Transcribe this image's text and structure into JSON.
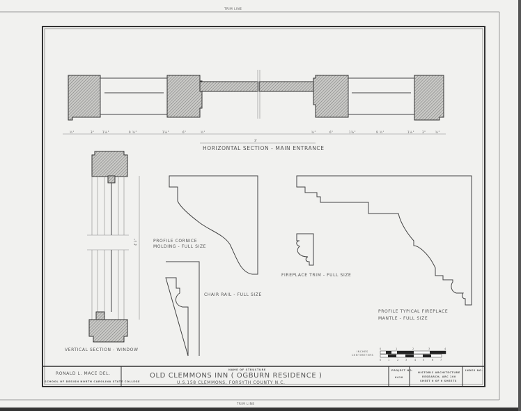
{
  "trim_line": "TRIM LINE",
  "drawings": {
    "horizontal_section": {
      "label": "HORIZONTAL SECTION - MAIN ENTRANCE",
      "dims_left": [
        "¾\"",
        "3\"",
        "1⅛\"",
        "9 ¾\"",
        "1⅛\"",
        "6\"",
        "¾\""
      ],
      "dims_right": [
        "¾\"",
        "6\"",
        "1⅛\"",
        "9 ¾\"",
        "1⅛\"",
        "3\"",
        "¾\""
      ],
      "overall": "3'"
    },
    "vertical_section": {
      "label": "VERTICAL SECTION - WINDOW",
      "height_dim": "4'3\""
    },
    "cornice": {
      "label_line1": "PROFILE CORNICE",
      "label_line2": "MOLDING - FULL SIZE"
    },
    "chair_rail": {
      "label": "CHAIR RAIL - FULL SIZE"
    },
    "fireplace_trim": {
      "label": "FIREPLACE TRIM - FULL SIZE"
    },
    "mantle": {
      "label_line1": "PROFILE TYPICAL FIREPLACE",
      "label_line2": "MANTLE - FULL SIZE"
    },
    "scale": {
      "inches_label": "INCHES",
      "cm_label": "CENTIMETERS",
      "inch_ticks": [
        "0",
        "1",
        "2",
        "3",
        "4"
      ],
      "cm_ticks": [
        "0",
        "1",
        "2",
        "3",
        "4",
        "5",
        "6",
        "7"
      ]
    }
  },
  "title_block": {
    "delineator": "RONALD L. MACE  DEL.",
    "school": "SCHOOL OF DESIGN   NORTH CAROLINA STATE COLLEGE",
    "name_caption": "NAME OF STRUCTURE",
    "structure_name": "OLD CLEMMONS INN   ( OGBURN RESIDENCE )",
    "location": "U.S.158  CLEMMONS, FORSYTH COUNTY  N.C.",
    "project_label": "PROJECT NO.",
    "project_value": "6410",
    "agency_line1": "HISTORIC ARCHITECTURE",
    "agency_line2": "RESEARCH, ARC 100",
    "sheet": "SHEET 6 OF 6 SHEETS",
    "index_label": "INDEX NO."
  }
}
